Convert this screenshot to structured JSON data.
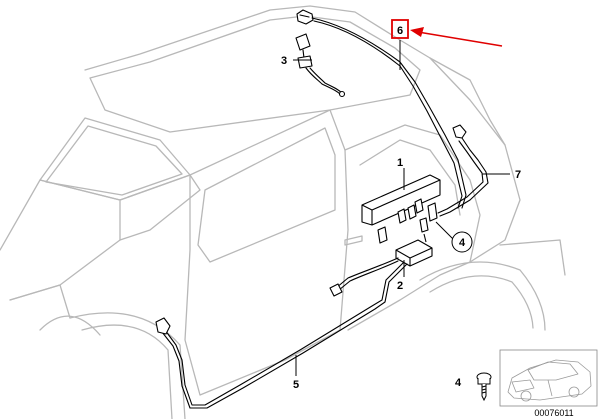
{
  "diagram": {
    "callouts": {
      "c1": "1",
      "c2": "2",
      "c3": "3",
      "c4": "4",
      "c5": "5",
      "c6": "6",
      "c7": "7"
    },
    "legend": {
      "index": "4"
    },
    "catalog_number": "00076011",
    "colors": {
      "lines": "#000000",
      "car_outline": "#b8b8b8",
      "highlight": "#e00000"
    }
  }
}
